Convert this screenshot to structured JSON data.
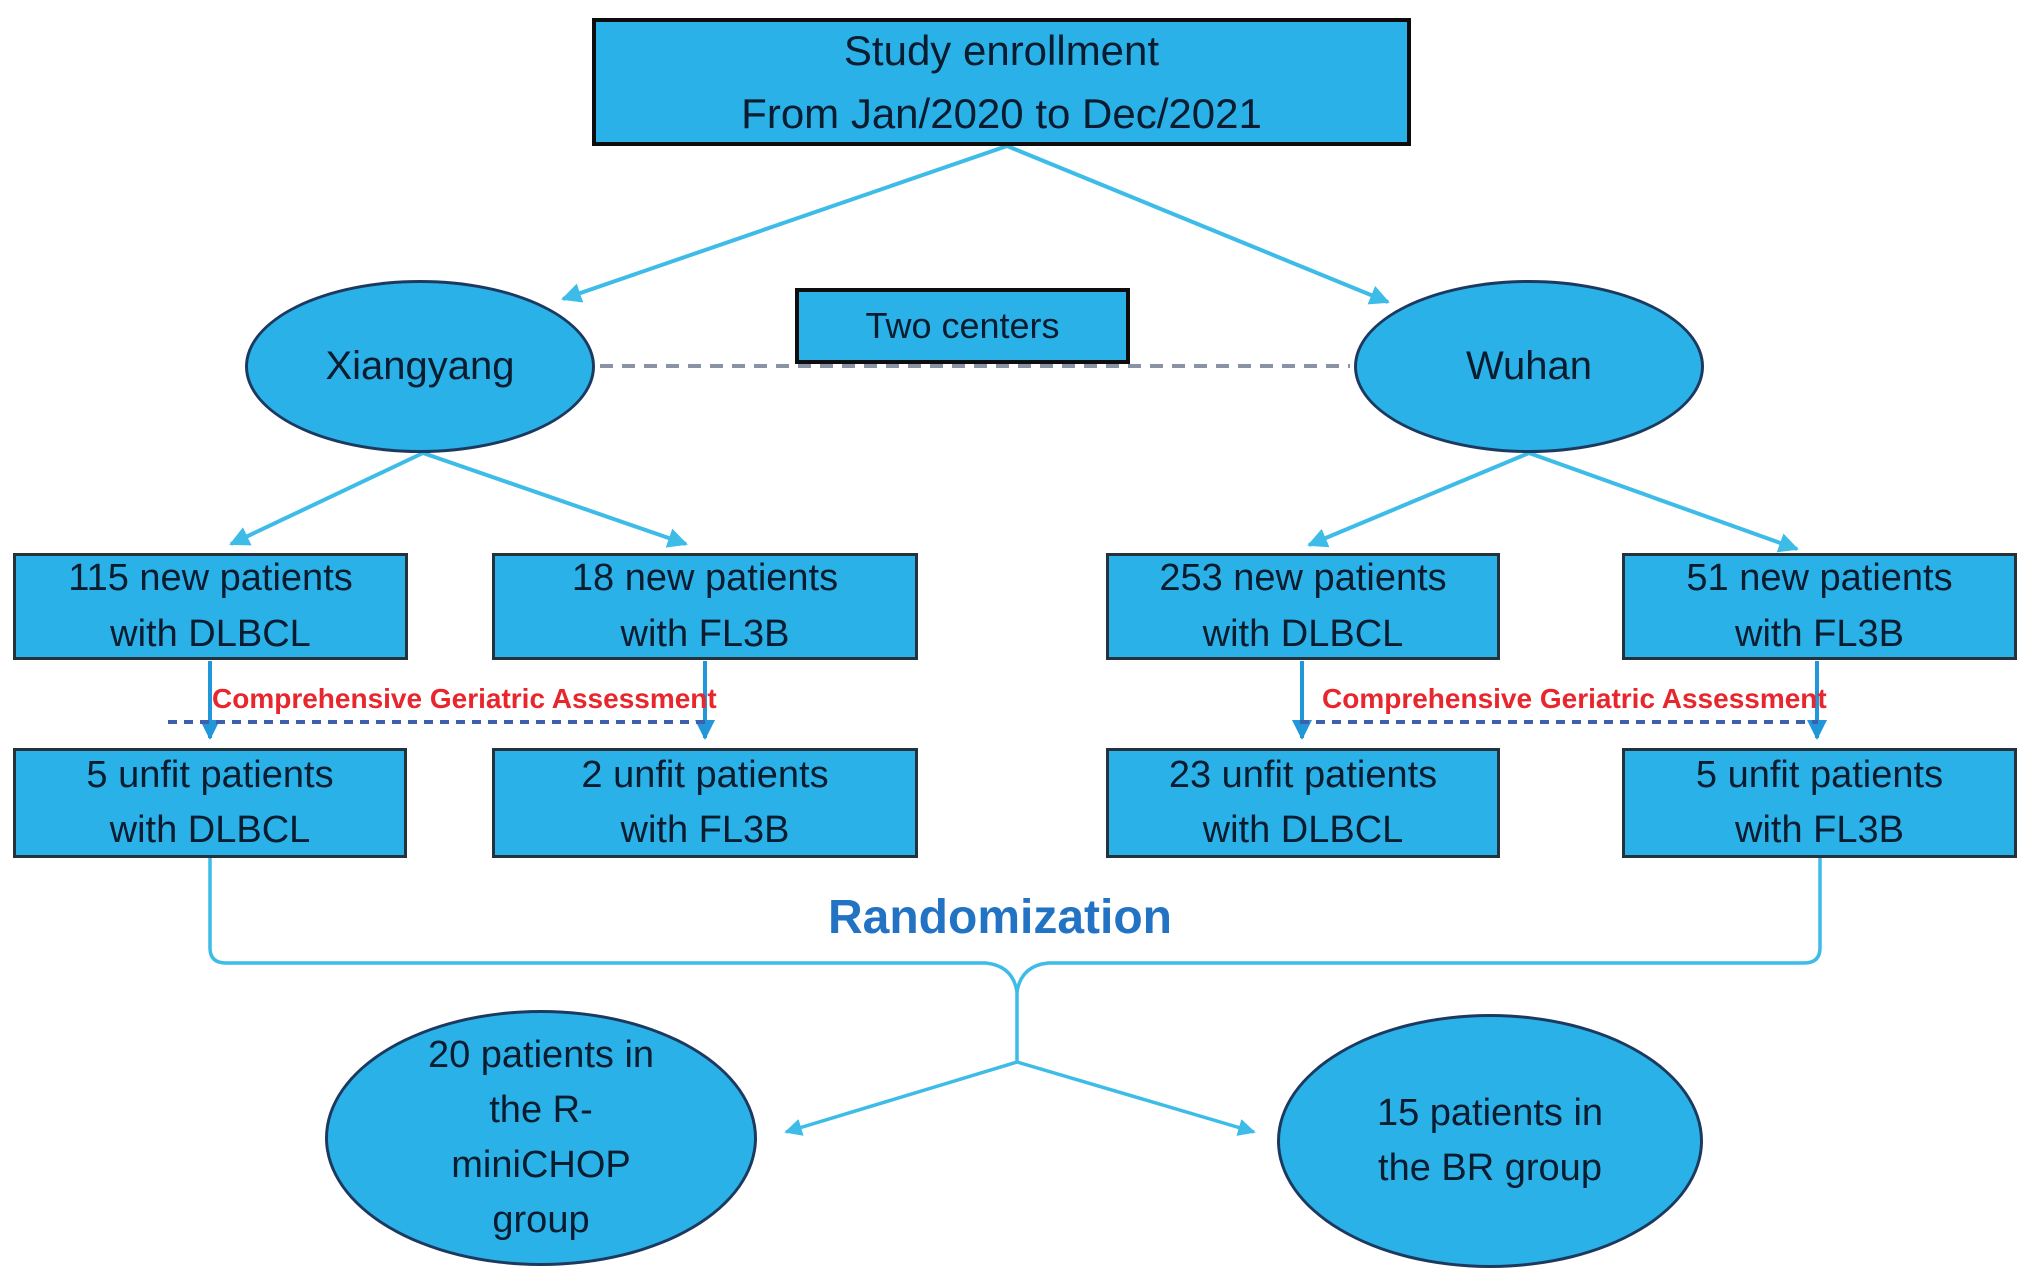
{
  "diagram": {
    "enrollment_box": {
      "line1": "Study enrollment",
      "line2": "From Jan/2020 to Dec/2021"
    },
    "two_centers_box": {
      "label": "Two centers"
    },
    "center_left": {
      "label": "Xiangyang"
    },
    "center_right": {
      "label": "Wuhan"
    },
    "new_patients": [
      {
        "line1": "115 new patients",
        "line2": "with DLBCL"
      },
      {
        "line1": "18 new patients",
        "line2": "with FL3B"
      },
      {
        "line1": "253 new patients",
        "line2": "with DLBCL"
      },
      {
        "line1": "51 new patients",
        "line2": "with FL3B"
      }
    ],
    "cga_left": {
      "label": "Comprehensive Geriatric Assessment"
    },
    "cga_right": {
      "label": "Comprehensive Geriatric Assessment"
    },
    "unfit_patients": [
      {
        "line1": "5 unfit patients",
        "line2": "with DLBCL"
      },
      {
        "line1": "2 unfit patients",
        "line2": "with FL3B"
      },
      {
        "line1": "23 unfit patients",
        "line2": "with DLBCL"
      },
      {
        "line1": "5 unfit patients",
        "line2": "with FL3B"
      }
    ],
    "randomization_label": "Randomization",
    "outcome_left": {
      "line1": "20 patients in",
      "line2": "the R-",
      "line3": "miniCHOP",
      "line4": "group"
    },
    "outcome_right": {
      "line1": "15 patients in",
      "line2": "the BR group"
    }
  },
  "colors": {
    "shape_fill": "#2ab2e8",
    "shape_text": "#0a1c30",
    "heavy_rect_border": "#0d0d0d",
    "box_border": "#24323c",
    "ellipse_border": "#1c3a60",
    "connector_cyan": "#3dbce8",
    "connector_blue": "#2196d8",
    "dashed_center_line": "#8a93a5",
    "dashed_cga_line": "#3c5fae",
    "cga_text": "#e8262d",
    "randomization_text": "#2273c4"
  }
}
